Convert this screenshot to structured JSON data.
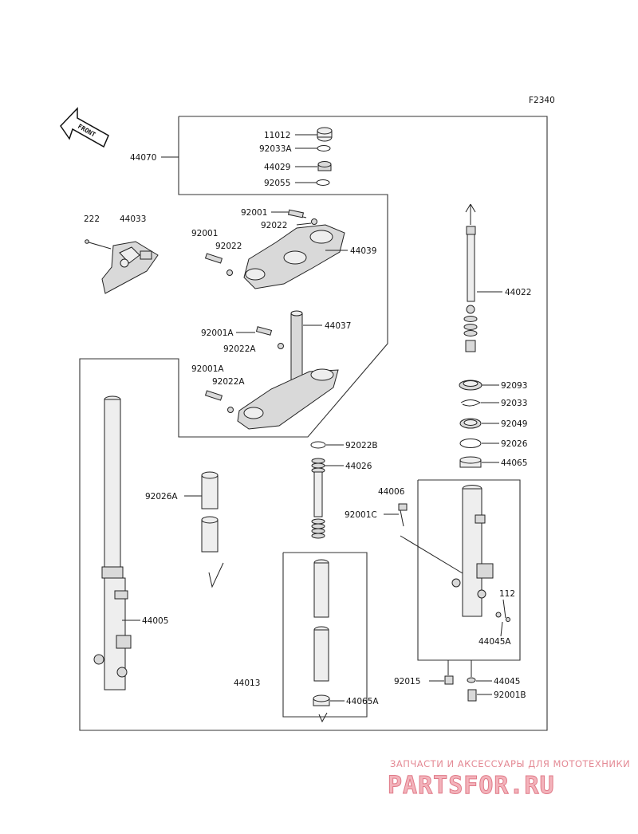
{
  "diagram": {
    "code": "F2340",
    "front_label": "FRONT",
    "labels": {
      "p11012": "11012",
      "p92033A": "92033A",
      "p44029": "44029",
      "p92055": "92055",
      "p44070": "44070",
      "p222": "222",
      "p44033": "44033",
      "p92001_top": "92001",
      "p92022_top": "92022",
      "p92001_left": "92001",
      "p92022_left": "92022",
      "p44039": "44039",
      "p44022": "44022",
      "p92001A_1": "92001A",
      "p44037": "44037",
      "p92022A_1": "92022A",
      "p92001A_2": "92001A",
      "p92022A_2": "92022A",
      "p92093": "92093",
      "p92033": "92033",
      "p92049": "92049",
      "p92026": "92026",
      "p44065": "44065",
      "p92022B": "92022B",
      "p44026": "44026",
      "p44006": "44006",
      "p92026A": "92026A",
      "p92001C": "92001C",
      "p112": "112",
      "p44005": "44005",
      "p44045A": "44045A",
      "p44013": "44013",
      "p92015": "92015",
      "p44045": "44045",
      "p44065A": "44065A",
      "p92001B": "92001B"
    }
  },
  "watermark": {
    "line1": "ЗАПЧАСТИ И АКСЕССУАРЫ ДЛЯ МОТОТЕХНИКИ",
    "line2": "PARTSFOR.RU",
    "color": "#e07a88"
  }
}
